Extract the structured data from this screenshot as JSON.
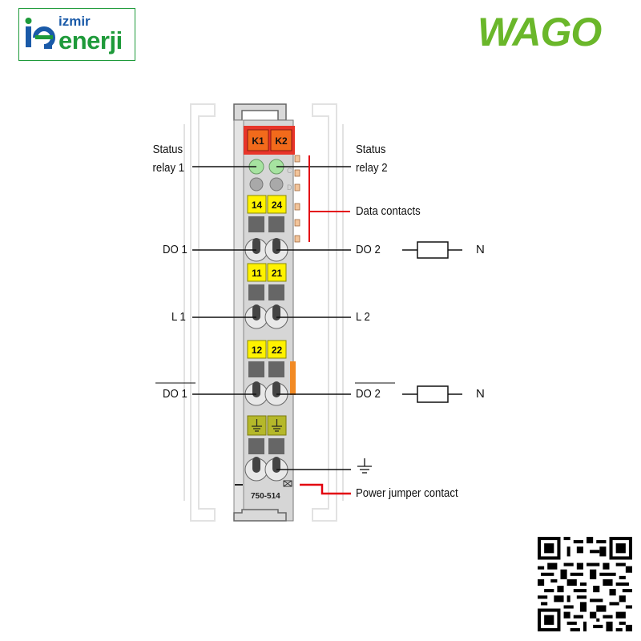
{
  "logos": {
    "left_brand_line1": "izmir",
    "left_brand_line2": "enerji",
    "left_brand_mark": "ie",
    "right_brand": "WAGO",
    "left_brand_colors": {
      "blue": "#1a5aa8",
      "green": "#1e9a3a"
    },
    "right_brand_color": "#6ab72a"
  },
  "module": {
    "model": "750-514",
    "top_markers": [
      "K1",
      "K2"
    ],
    "terminal_labels_row1": [
      "14",
      "24"
    ],
    "terminal_labels_row2": [
      "11",
      "21"
    ],
    "terminal_labels_row3": [
      "12",
      "22"
    ],
    "side_letters": [
      "C",
      "D"
    ],
    "colors": {
      "module_body": "#d6d6d6",
      "header_red": "#e8352a",
      "marker_orange": "#f26a1b",
      "label_yellow": "#fff200",
      "status_led": "#a6e3a0",
      "ground_label": "#b5b82a",
      "accent_red": "#e3000f",
      "side_contact": "#f2c49a"
    }
  },
  "labels": {
    "status_relay1_line1": "Status",
    "status_relay1_line2": "relay 1",
    "status_relay2_line1": "Status",
    "status_relay2_line2": "relay 2",
    "data_contacts": "Data contacts",
    "do1": "DO 1",
    "do2": "DO 2",
    "l1": "L 1",
    "l2": "L 2",
    "do1_bar": "DO 1",
    "do2_bar": "DO 2",
    "n_top": "N",
    "n_bottom": "N",
    "power_jumper": "Power jumper contact"
  },
  "icons": {
    "ground": "ground-symbol-icon",
    "load": "load-resistor-icon",
    "qr": "qr-code-icon",
    "cross_box": "crossed-box-icon"
  }
}
